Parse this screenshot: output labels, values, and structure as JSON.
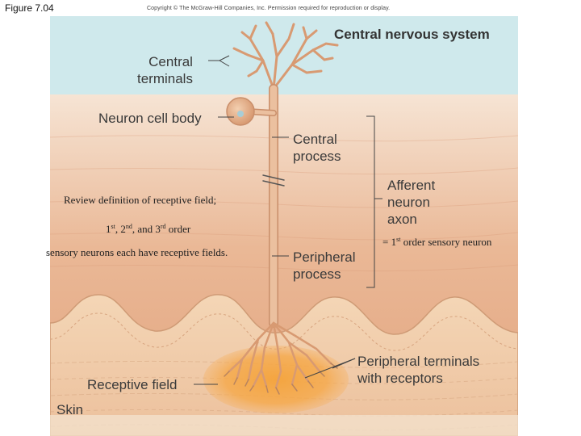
{
  "figure_label": "Figure 7.04",
  "copyright": "Copyright © The McGraw-Hill Companies, Inc. Permission required for reproduction or display.",
  "labels": {
    "cns": "Central nervous system",
    "central_terminals_1": "Central",
    "central_terminals_2": "terminals",
    "cell_body": "Neuron cell body",
    "central_process_1": "Central",
    "central_process_2": "process",
    "afferent_1": "Afferent",
    "afferent_2": "neuron",
    "afferent_3": "axon",
    "peripheral_process_1": "Peripheral",
    "peripheral_process_2": "process",
    "peripheral_terminals_1": "Peripheral terminals",
    "peripheral_terminals_2": "with receptors",
    "receptive_field": "Receptive field",
    "skin": "Skin"
  },
  "notes": {
    "line1": "Review definition of receptive field;",
    "line2": {
      "n1": "1",
      "s1": "st",
      "m1": ", 2",
      "s2": "nd",
      "m2": ", and 3",
      "s3": "rd",
      "end": " order"
    },
    "line3": "sensory neurons each have receptive fields.",
    "afferent_note": {
      "pre": "= 1",
      "sup": "st",
      "post": " order sensory neuron"
    }
  },
  "colors": {
    "cns_bg": "#cfe9ec",
    "tissue_top": "#f3dcc9",
    "tissue_mid": "#e9b08f",
    "epidermis": "#f1c9a6",
    "neuron": "#e8b893",
    "neuron_stroke": "#c98e6a",
    "receptive_field": "#f2a640"
  }
}
